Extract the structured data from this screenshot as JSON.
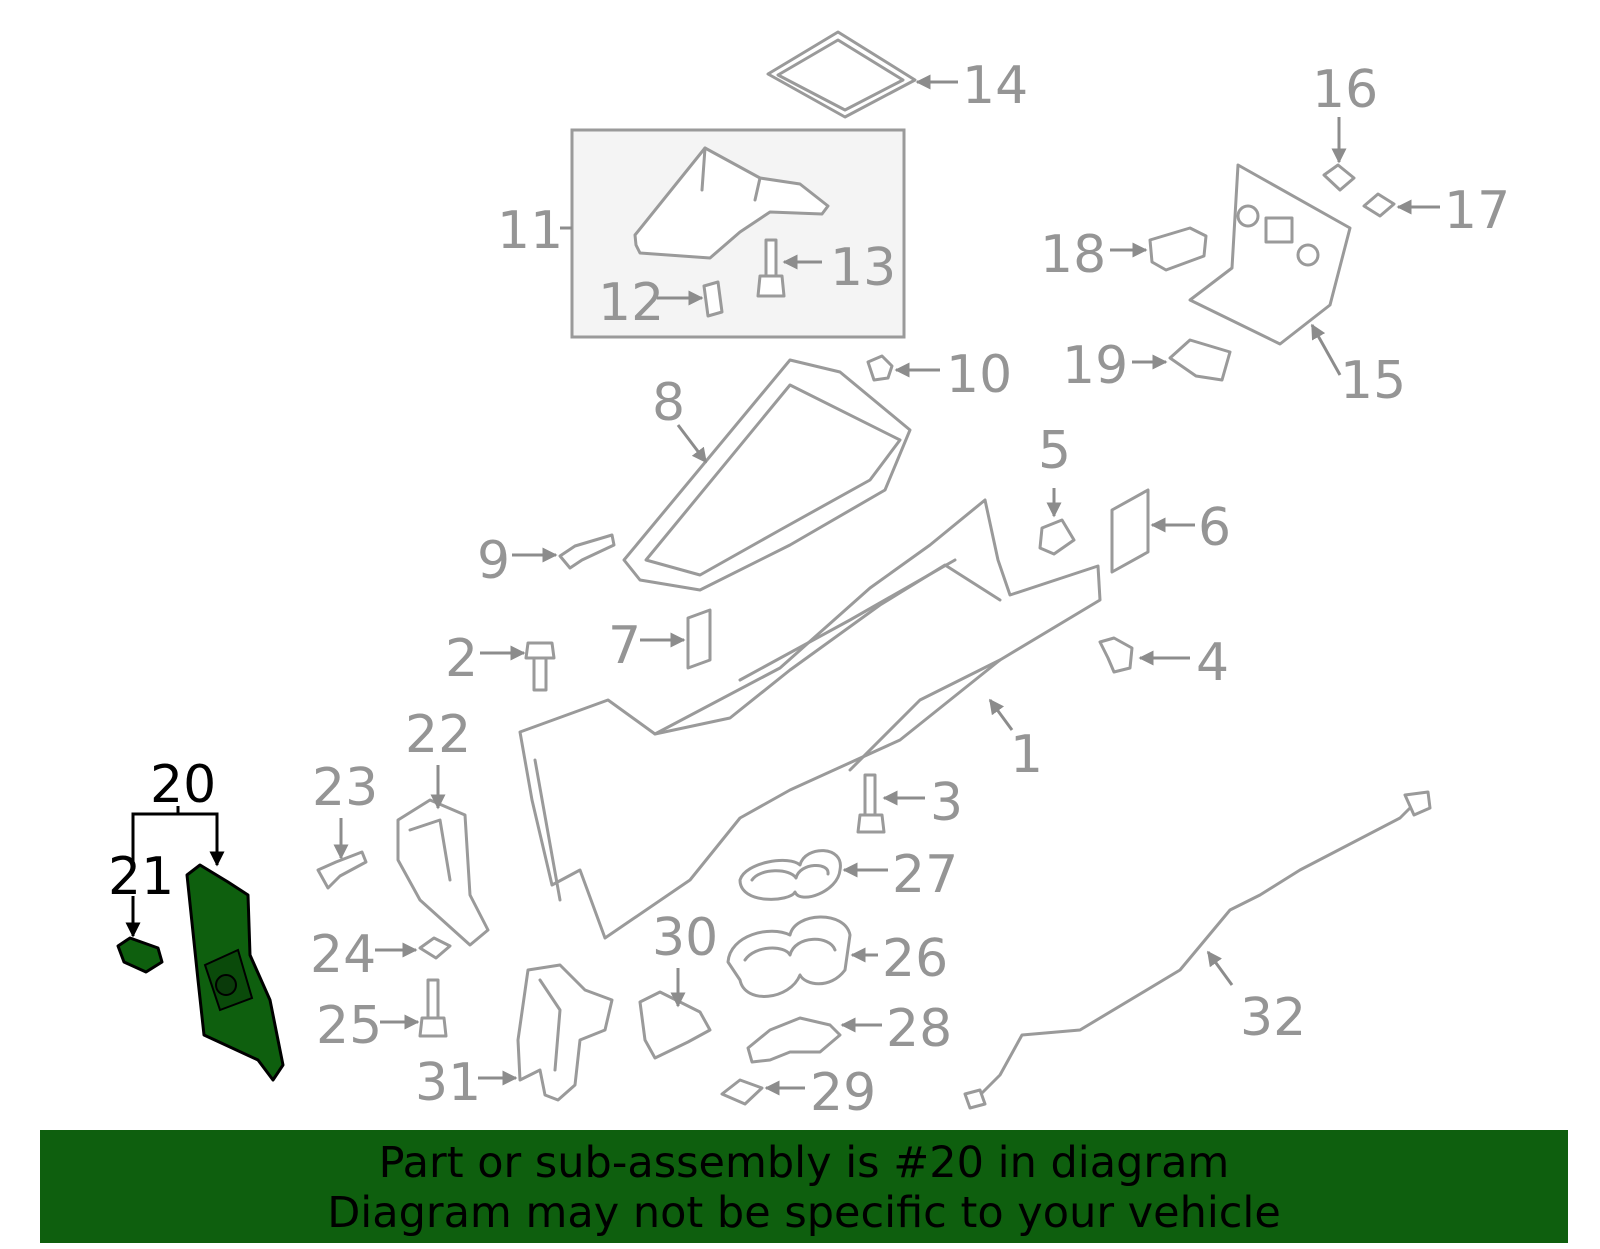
{
  "callouts": {
    "c1": "1",
    "c2": "2",
    "c3": "3",
    "c4": "4",
    "c5": "5",
    "c6": "6",
    "c7": "7",
    "c8": "8",
    "c9": "9",
    "c10": "10",
    "c11": "11",
    "c12": "12",
    "c13": "13",
    "c14": "14",
    "c15": "15",
    "c16": "16",
    "c17": "17",
    "c18": "18",
    "c19": "19",
    "c20": "20",
    "c21": "21",
    "c22": "22",
    "c23": "23",
    "c24": "24",
    "c25": "25",
    "c26": "26",
    "c27": "27",
    "c28": "28",
    "c29": "29",
    "c30": "30",
    "c31": "31",
    "c32": "32"
  },
  "highlighted_part": "20",
  "colors": {
    "highlight": "#0e5f0e",
    "part_stroke": "#9a9a9a",
    "callout_text": "#959595",
    "banner_bg": "#0e5f0e"
  },
  "banner": {
    "line1": "Part or sub-assembly is #20 in diagram",
    "line2": "Diagram may not be specific to your vehicle"
  }
}
